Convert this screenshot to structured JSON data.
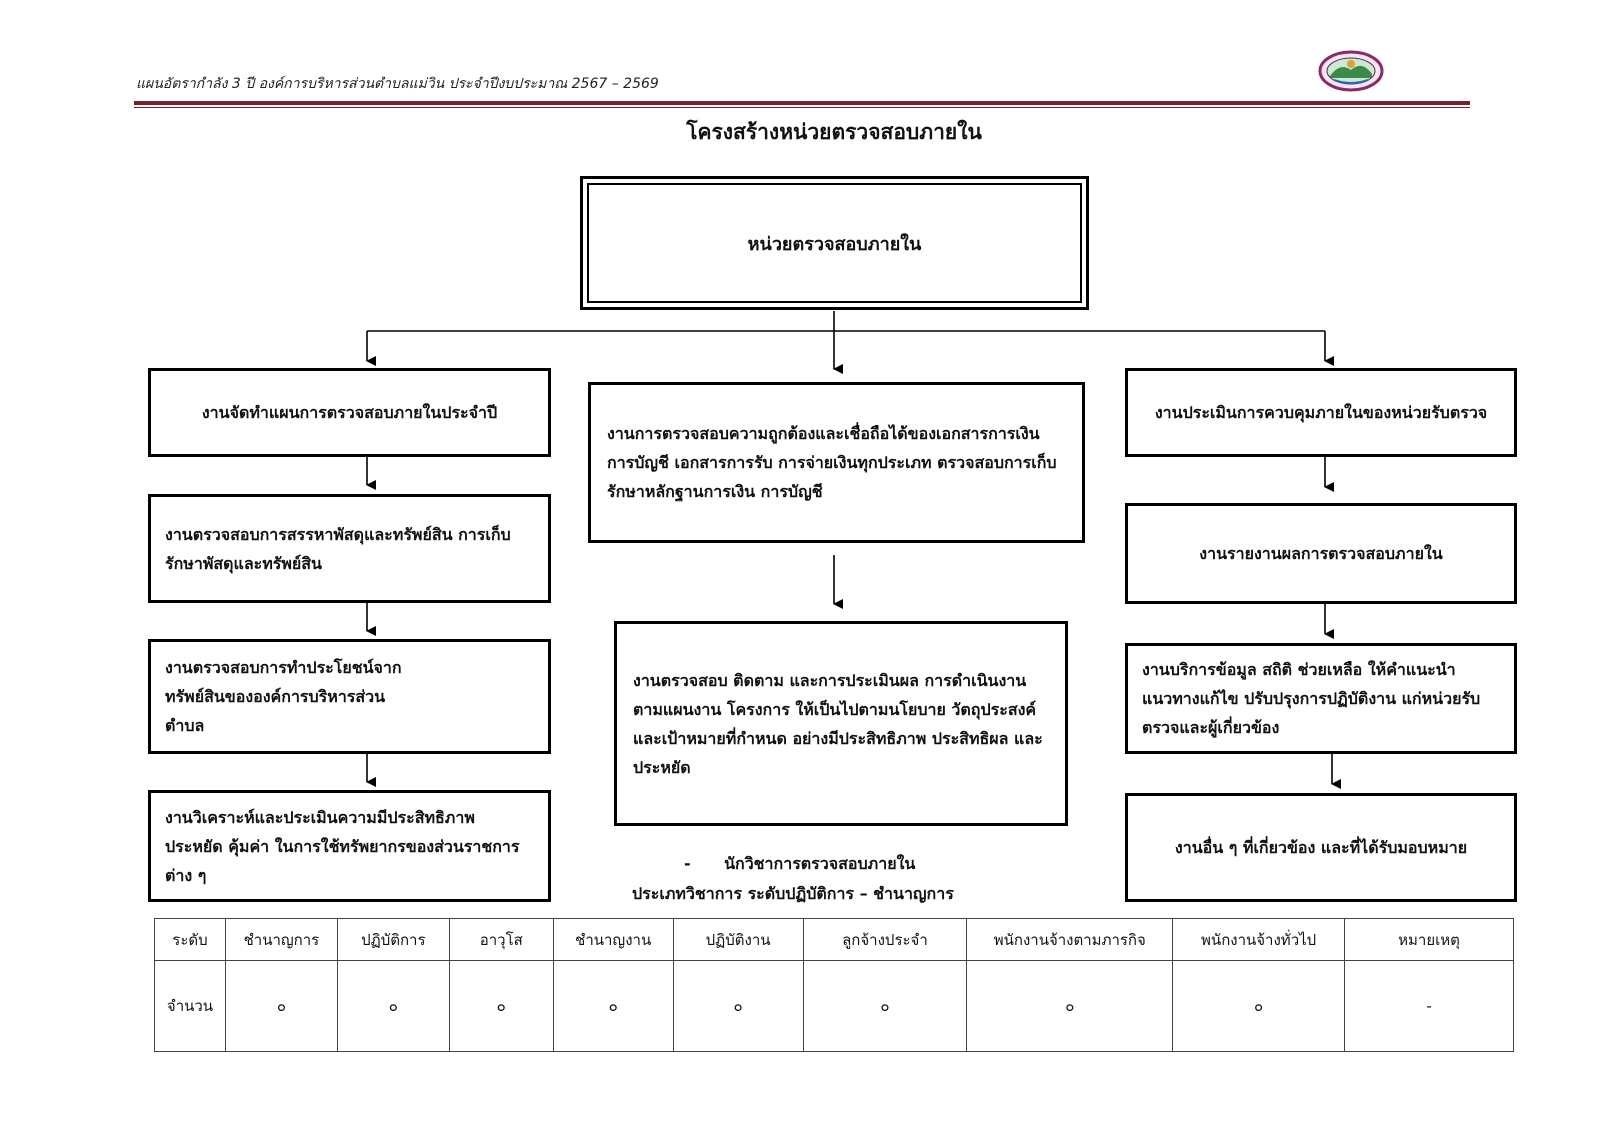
{
  "header": {
    "text": "แผนอัตรากำลัง 3 ปี องค์การบริหารส่วนตำบลแม่วิน   ประจำปีงบประมาณ 2567 – 2569",
    "accent_color": "#7a1f2b"
  },
  "logo": {
    "icon": "municipal-seal-icon"
  },
  "title": "โครงสร้างหน่วยตรวจสอบภายใน",
  "org": {
    "root": "หน่วยตรวจสอบภายใน",
    "left": [
      "งานจัดทำแผนการตรวจสอบภายในประจำปี",
      "งานตรวจสอบการสรรหาพัสดุและทรัพย์สิน การเก็บรักษาพัสดุและทรัพย์สิน",
      "งานตรวจสอบการทำประโยชน์จากทรัพย์สินขององค์การบริหารส่วนตำบล",
      "งานวิเคราะห์และประเมินความมีประสิทธิภาพ ประหยัด คุ้มค่า ในการใช้ทรัพยากรของส่วนราชการต่าง ๆ"
    ],
    "center": [
      "งานการตรวจสอบความถูกต้องและเชื่อถือได้ของเอกสารการเงิน การบัญชี เอกสารการรับ การจ่ายเงินทุกประเภท ตรวจสอบการเก็บรักษาหลักฐานการเงิน การบัญชี",
      "งานตรวจสอบ ติดตาม และการประเมินผล การดำเนินงานตามแผนงาน โครงการ ให้เป็นไปตามนโยบาย วัตถุประสงค์ และเป้าหมายที่กำหนด อย่างมีประสิทธิภาพ ประสิทธิผล และประหยัด"
    ],
    "right": [
      "งานประเมินการควบคุมภายในของหน่วยรับตรวจ",
      "งานรายงานผลการตรวจสอบภายใน",
      "งานบริการข้อมูล สถิติ ช่วยเหลือ ให้คำแนะนำ แนวทางแก้ไข ปรับปรุงการปฏิบัติงาน แก่หน่วยรับตรวจและผู้เกี่ยวข้อง",
      "งานอื่น ๆ ที่เกี่ยวข้อง และที่ได้รับมอบหมาย"
    ]
  },
  "staff_note": {
    "line1": "-      นักวิชาการตรวจสอบภายใน",
    "line2": "ประเภทวิชาการ ระดับปฏิบัติการ – ชำนาญการ"
  },
  "staff_table": {
    "headers": [
      "ระดับ",
      "ชำนาญการ",
      "ปฏิบัติการ",
      "อาวุโส",
      "ชำนาญงาน",
      "ปฏิบัติงาน",
      "ลูกจ้างประจำ",
      "พนักงานจ้างตามภารกิจ",
      "พนักงานจ้างทั่วไป",
      "หมายเหตุ"
    ],
    "row_label": "จำนวน",
    "values": [
      "๐",
      "๐",
      "๐",
      "๐",
      "๐",
      "๐",
      "๐",
      "๐",
      "-"
    ]
  }
}
